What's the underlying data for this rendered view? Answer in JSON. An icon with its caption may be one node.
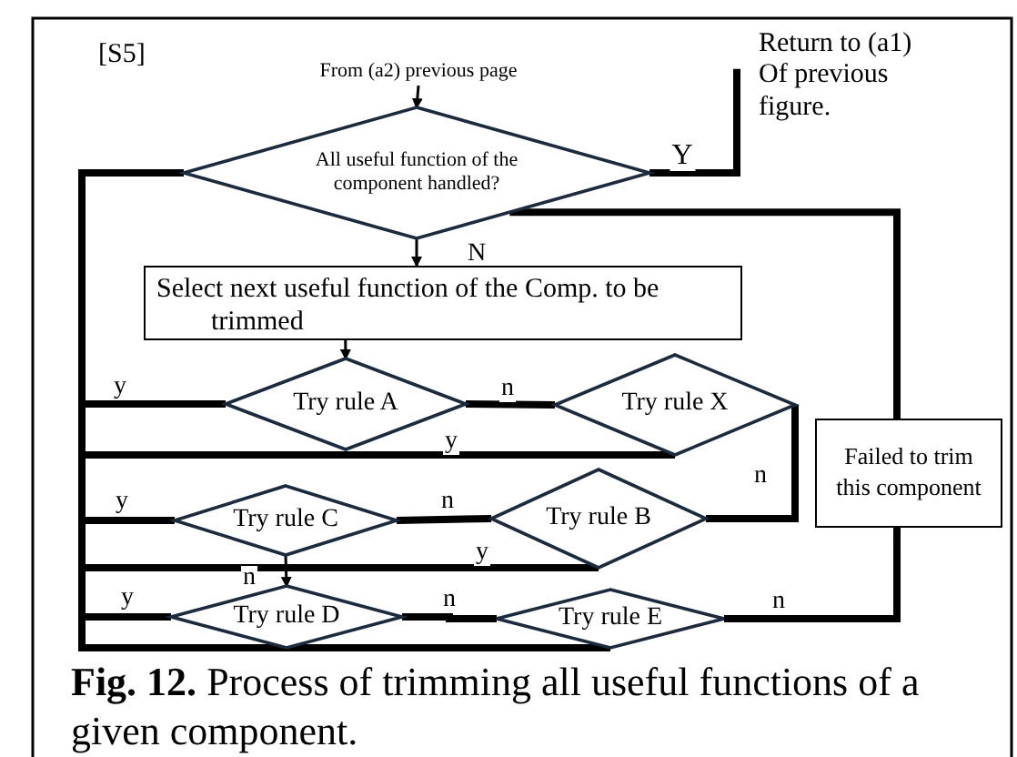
{
  "diagram": {
    "caption": "**Fig. 12.** Process of trimming all useful functions of a given component.",
    "nodes": [
      {
        "text": [
          "From (a2) previous page"
        ]
      },
      {
        "text": [
          "All useful function of the component handled?"
        ]
      },
      {
        "text": [
          "Return to (a1) Of previous figure."
        ]
      },
      {
        "text": [
          "Select next useful function of the Comp. to be trimmed"
        ]
      },
      {
        "text": [
          "Try rule A"
        ]
      },
      {
        "text": [
          "Try rule X"
        ]
      },
      {
        "text": [
          "Try rule C"
        ]
      },
      {
        "text": [
          "Try rule B"
        ]
      },
      {
        "text": [
          "Try rule D"
        ]
      },
      {
        "text": [
          "Try rule E"
        ]
      },
      {
        "text": [
          "Failed to trim this component"
        ]
      }
    ],
    "edges": [
      {
        "from": 0,
        "to": 1,
        "arrow": "to"
      },
      {
        "from": 1,
        "to": 2,
        "arrow": "none",
        "label": "Y"
      },
      {
        "from": 1,
        "to": 3,
        "arrow": "to",
        "label": "N"
      },
      {
        "from": 3,
        "to": 4,
        "arrow": "to"
      },
      {
        "from": 4,
        "to": 1,
        "arrow": "none",
        "label": "y"
      },
      {
        "from": 4,
        "to": 5,
        "arrow": "none",
        "label": "n"
      },
      {
        "from": 5,
        "to": 1,
        "arrow": "none",
        "label": "y"
      },
      {
        "from": 5,
        "to": 7,
        "arrow": "none",
        "label": "n"
      },
      {
        "from": 6,
        "to": 1,
        "arrow": "none",
        "label": "y"
      },
      {
        "from": 6,
        "to": 7,
        "arrow": "none",
        "label": "n"
      },
      {
        "from": 7,
        "to": 1,
        "arrow": "none",
        "label": "y"
      },
      {
        "from": 6,
        "to": 8,
        "arrow": "to",
        "label": "n"
      },
      {
        "from": 8,
        "to": 1,
        "arrow": "none",
        "label": "y"
      },
      {
        "from": 8,
        "to": 9,
        "arrow": "none",
        "label": "n"
      },
      {
        "from": 9,
        "to": 1,
        "arrow": "none"
      },
      {
        "from": 9,
        "to": 10,
        "arrow": "none",
        "label": "n"
      },
      {
        "from": 10,
        "to": 1,
        "arrow": "none"
      }
    ],
    "labels": [
      "[S5]"
    ]
  }
}
